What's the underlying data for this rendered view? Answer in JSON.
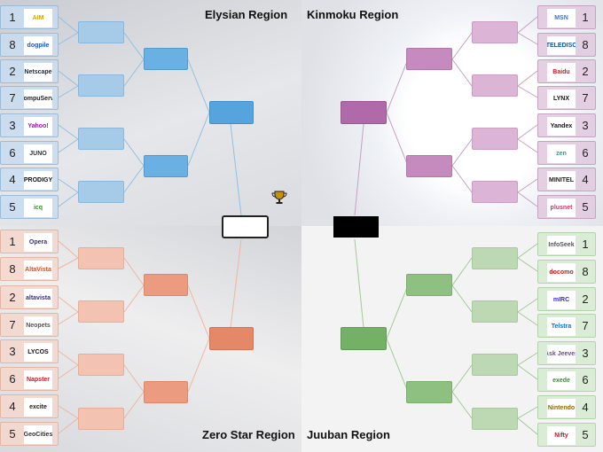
{
  "regions": {
    "top_left": {
      "title": "Elysian Region"
    },
    "top_right": {
      "title": "Kinmoku Region"
    },
    "bottom_left": {
      "title": "Zero Star Region"
    },
    "bottom_right": {
      "title": "Juuban Region"
    }
  },
  "seeds": {
    "top_left": [
      {
        "seed": "1",
        "logo": "AIM",
        "color": "#d7a800"
      },
      {
        "seed": "8",
        "logo": "dogpile",
        "color": "#1d56b5"
      },
      {
        "seed": "2",
        "logo": "Netscape",
        "color": "#1a2a44"
      },
      {
        "seed": "7",
        "logo": "CompuServe",
        "color": "#222"
      },
      {
        "seed": "3",
        "logo": "Yahoo!",
        "color": "#8e1f9e"
      },
      {
        "seed": "6",
        "logo": "JUNO",
        "color": "#333"
      },
      {
        "seed": "4",
        "logo": "PRODIGY",
        "color": "#111"
      },
      {
        "seed": "5",
        "logo": "icq",
        "color": "#3c8d2f"
      }
    ],
    "top_right": [
      {
        "seed": "1",
        "logo": "MSN",
        "color": "#3c78c9"
      },
      {
        "seed": "8",
        "logo": "TELEDISC",
        "color": "#0f55a5"
      },
      {
        "seed": "2",
        "logo": "Baidu",
        "color": "#d3192b"
      },
      {
        "seed": "7",
        "logo": "LYNX",
        "color": "#111"
      },
      {
        "seed": "3",
        "logo": "Yandex",
        "color": "#111"
      },
      {
        "seed": "6",
        "logo": "zen",
        "color": "#1aa38d"
      },
      {
        "seed": "4",
        "logo": "MINITEL",
        "color": "#222"
      },
      {
        "seed": "5",
        "logo": "plusnet",
        "color": "#d92d6a"
      }
    ],
    "bottom_left": [
      {
        "seed": "1",
        "logo": "Opera",
        "color": "#3b2a9a"
      },
      {
        "seed": "8",
        "logo": "AltaVista",
        "color": "#c9502a"
      },
      {
        "seed": "2",
        "logo": "altavista",
        "color": "#3a2d7d"
      },
      {
        "seed": "7",
        "logo": "Neopets",
        "color": "#555"
      },
      {
        "seed": "3",
        "logo": "LYCOS",
        "color": "#111"
      },
      {
        "seed": "6",
        "logo": "Napster",
        "color": "#c3192d"
      },
      {
        "seed": "4",
        "logo": "excite",
        "color": "#222"
      },
      {
        "seed": "5",
        "logo": "GeoCities",
        "color": "#333"
      }
    ],
    "bottom_right": [
      {
        "seed": "1",
        "logo": "InfoSeek",
        "color": "#555"
      },
      {
        "seed": "8",
        "logo": "docomo",
        "color": "#c9131d"
      },
      {
        "seed": "2",
        "logo": "mIRC",
        "color": "#3b2ac9"
      },
      {
        "seed": "7",
        "logo": "Telstra",
        "color": "#0a6fd1"
      },
      {
        "seed": "3",
        "logo": "Ask Jeeves",
        "color": "#6a4ba2"
      },
      {
        "seed": "6",
        "logo": "exede",
        "color": "#3a8a38"
      },
      {
        "seed": "4",
        "logo": "Nintendo",
        "color": "#8a6a00"
      },
      {
        "seed": "5",
        "logo": "Nifty",
        "color": "#c9131d"
      }
    ]
  }
}
